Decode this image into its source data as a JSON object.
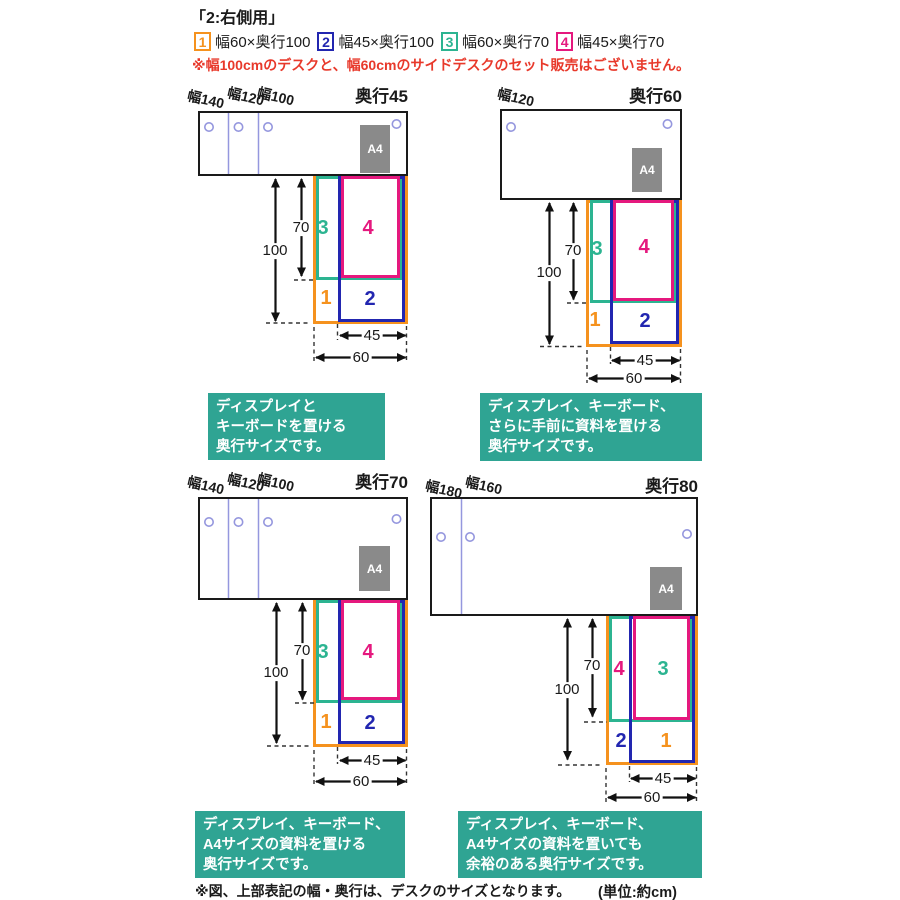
{
  "page": {
    "title": "「2:右側用」",
    "note_red": "※幅100cmのデスクと、幅60cmのサイドデスクのセット販売はございません。",
    "footer_note": "※図、上部表記の幅・奥行は、デスクのサイズとなります。",
    "footer_unit": "(単位:約cm)"
  },
  "legend": {
    "items": [
      {
        "num": "1",
        "label": "幅60×奥行100",
        "color": "#F5921E"
      },
      {
        "num": "2",
        "label": "幅45×奥行100",
        "color": "#2226B0"
      },
      {
        "num": "3",
        "label": "幅60×奥行70",
        "color": "#2CB491"
      },
      {
        "num": "4",
        "label": "幅45×奥行70",
        "color": "#E5187E"
      }
    ]
  },
  "dims": {
    "depth100": "100",
    "depth70": "70",
    "width45": "45",
    "width60": "60"
  },
  "labels": {
    "a4": "A4"
  },
  "diagrams": [
    {
      "depth_title": "奥行45",
      "width_labels": [
        "幅140",
        "幅120",
        "幅100"
      ],
      "item_labels": [
        "3",
        "4",
        "1",
        "2"
      ]
    },
    {
      "depth_title": "奥行60",
      "width_labels": [
        "幅120"
      ],
      "item_labels": [
        "3",
        "4",
        "1",
        "2"
      ]
    },
    {
      "depth_title": "奥行70",
      "width_labels": [
        "幅140",
        "幅120",
        "幅100"
      ],
      "item_labels": [
        "3",
        "4",
        "1",
        "2"
      ]
    },
    {
      "depth_title": "奥行80",
      "width_labels": [
        "幅180",
        "幅160"
      ],
      "item_labels": [
        "4",
        "3",
        "2",
        "1"
      ]
    }
  ],
  "callouts": [
    {
      "lines": [
        "ディスプレイと",
        "キーボードを置ける",
        "奥行サイズです。"
      ]
    },
    {
      "lines": [
        "ディスプレイ、キーボード、",
        "さらに手前に資料を置ける",
        "奥行サイズです。"
      ]
    },
    {
      "lines": [
        "ディスプレイ、キーボード、",
        "A4サイズの資料を置ける",
        "奥行サイズです。"
      ]
    },
    {
      "lines": [
        "ディスプレイ、キーボード、",
        "A4サイズの資料を置いても",
        "余裕のある奥行サイズです。"
      ]
    }
  ],
  "colors": {
    "item1_orange": "#F5921E",
    "item2_blue": "#2226B0",
    "item3_green": "#2CB491",
    "item4_magenta": "#E5187E",
    "callout_teal": "#2FA493",
    "warning_red": "#E8392B",
    "a4_gray": "#8A8A8A",
    "grommet_periwinkle": "#9597DE"
  }
}
